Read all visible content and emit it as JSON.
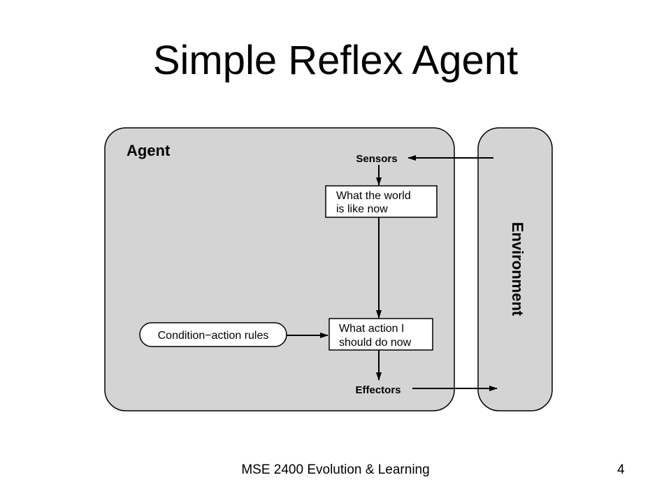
{
  "slide": {
    "title": "Simple Reflex Agent",
    "footer": "MSE 2400 Evolution & Learning",
    "page_number": "4"
  },
  "diagram": {
    "agent_label": "Agent",
    "environment_label": "Environment",
    "sensors_label": "Sensors",
    "effectors_label": "Effectors",
    "world_box": {
      "line1": "What the world",
      "line2": "is like now"
    },
    "action_box": {
      "line1": "What action I",
      "line2": "should do now"
    },
    "rules_label": "Condition−action rules",
    "colors": {
      "panel_fill": "#d4d4d4",
      "stroke": "#000000",
      "box_fill": "#ffffff"
    }
  }
}
